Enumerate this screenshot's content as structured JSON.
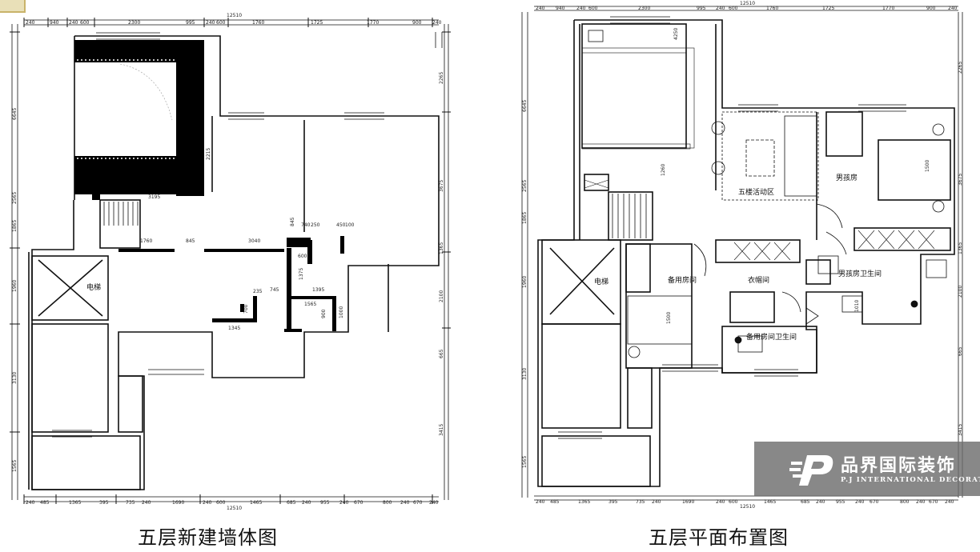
{
  "captions": {
    "left": "五层新建墙体图",
    "right": "五层平面布置图"
  },
  "left_plan": {
    "overall_top": "12510",
    "overall_bottom": "12510",
    "top_dims": [
      "240",
      "940",
      "240",
      "600",
      "2300",
      "995",
      "240",
      "600",
      "1760",
      "1725",
      "1770",
      "900",
      "240"
    ],
    "bottom_dims": [
      "240",
      "485",
      "1365",
      "395",
      "735",
      "240",
      "1690",
      "240",
      "600",
      "1465",
      "685",
      "240",
      "955",
      "240",
      "670",
      "800",
      "240",
      "670",
      "240"
    ],
    "left_dims": [
      "6645",
      "2565",
      "1865",
      "1960",
      "3130",
      "1565"
    ],
    "right_dims": [
      "2265",
      "3675",
      "1365",
      "2100",
      "665",
      "3415"
    ],
    "inner_dims": [
      "2215",
      "3195",
      "1760",
      "845",
      "3040",
      "845",
      "740",
      "250",
      "450",
      "100",
      "600",
      "1375",
      "235",
      "745",
      "1395",
      "1565",
      "1000",
      "700",
      "1345",
      "900"
    ],
    "room_labels": {
      "elevator": "电梯"
    }
  },
  "right_plan": {
    "overall_top": "12510",
    "overall_bottom": "12510",
    "top_dims": [
      "240",
      "940",
      "240",
      "600",
      "2300",
      "995",
      "240",
      "600",
      "1760",
      "1725",
      "1770",
      "900",
      "240"
    ],
    "bottom_dims": [
      "240",
      "485",
      "1365",
      "395",
      "735",
      "240",
      "1690",
      "240",
      "600",
      "1465",
      "685",
      "240",
      "955",
      "240",
      "670",
      "800",
      "240",
      "670",
      "240"
    ],
    "left_dims": [
      "6645",
      "2565",
      "1865",
      "1960",
      "3130",
      "1565"
    ],
    "right_dims": [
      "2265",
      "3675",
      "1365",
      "2100",
      "665",
      "3415"
    ],
    "inner_dims": [
      "4250",
      "1260",
      "1500",
      "1500",
      "1010"
    ],
    "room_labels": {
      "activity": "五楼活动区",
      "boys_room": "男孩房",
      "boys_bath": "男孩房卫生间",
      "spare_room": "备用房间",
      "spare_bath": "备用房间卫生间",
      "wardrobe": "衣帽间",
      "elevator": "电梯"
    }
  },
  "watermark": {
    "title": "品界国际装饰",
    "subtitle": "P.J INTERNATIONAL DECORATE"
  },
  "colors": {
    "line": "#111111",
    "wall_new": "#000000",
    "watermark_bg": "#6e6e6e",
    "corner_logo": "#e9e0b8"
  }
}
